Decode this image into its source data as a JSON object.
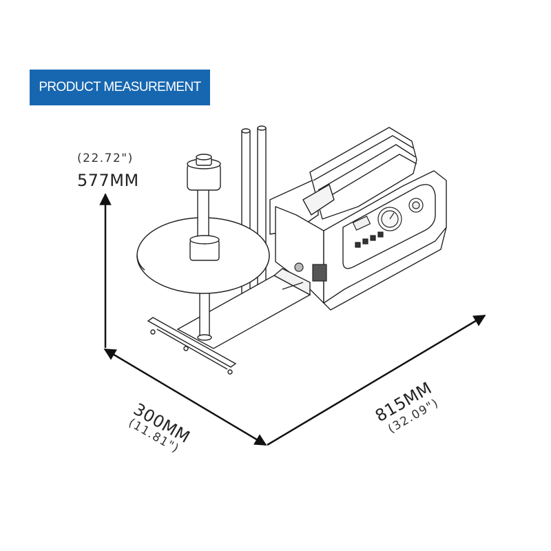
{
  "header": {
    "title": "PRODUCT MEASUREMENT",
    "color": "#1767b0"
  },
  "dimensions": {
    "height": {
      "mm": "577MM",
      "inch": "(22.72\")"
    },
    "depth": {
      "mm": "300MM",
      "inch": "(11.81\")"
    },
    "width": {
      "mm": "815MM",
      "inch": "(32.09\")"
    }
  },
  "illustration": {
    "subject": "label-dispenser-machine-with-unwind-reel",
    "line_color": "#222222"
  }
}
